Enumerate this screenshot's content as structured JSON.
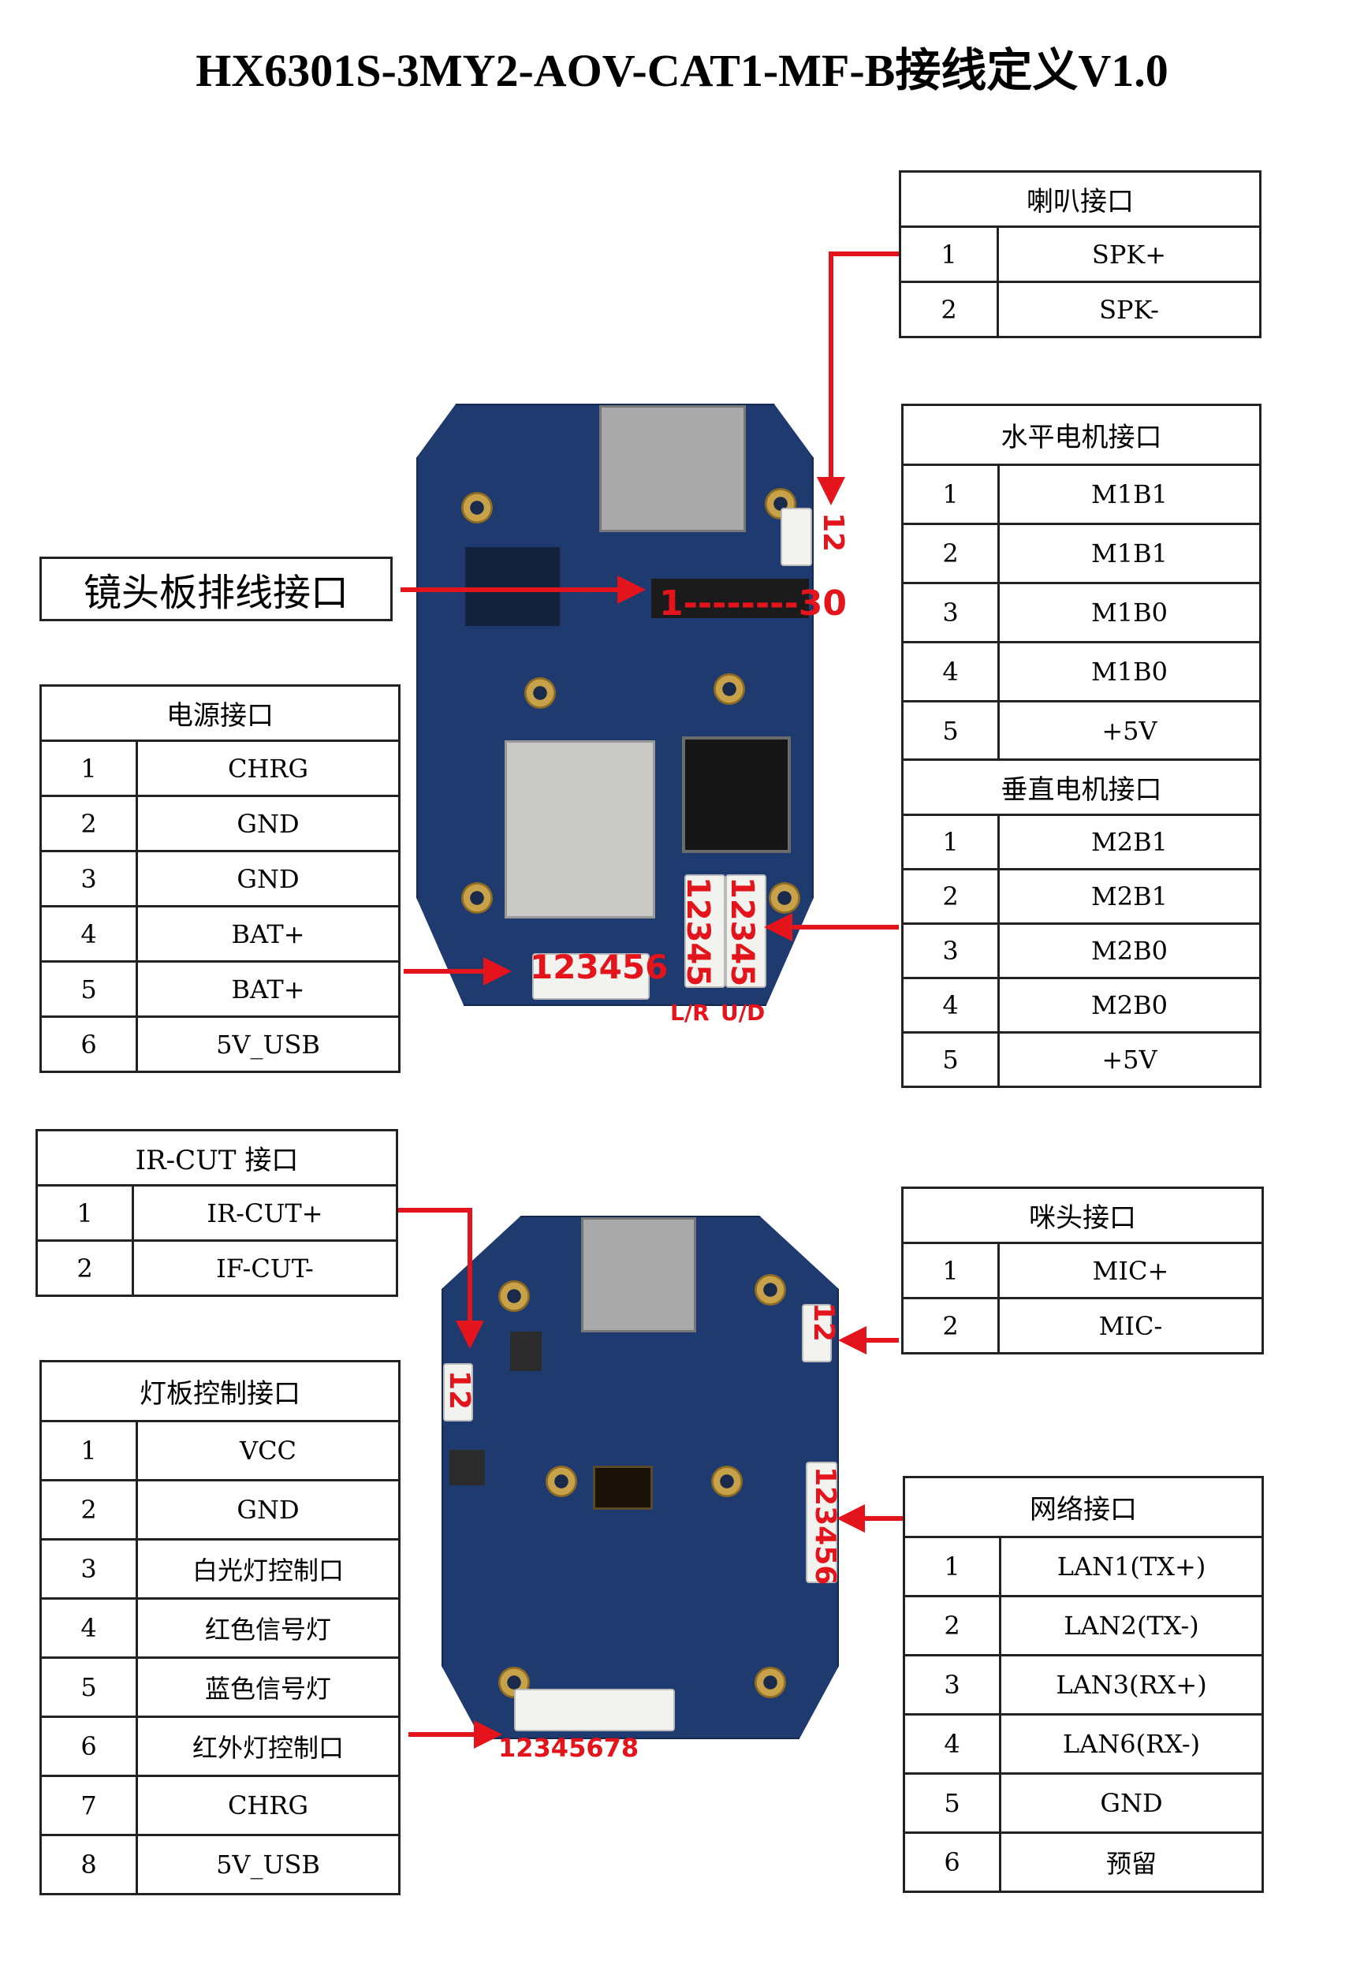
{
  "title": "HX6301S-3MY2-AOV-CAT1-MF-B接线定义V1.0",
  "lens_interface": {
    "label": "镜头板排线接口",
    "pin_range_label": "1--------30"
  },
  "tables": {
    "speaker": {
      "title": "喇叭接口",
      "rows": [
        [
          "1",
          "SPK+"
        ],
        [
          "2",
          "SPK-"
        ]
      ]
    },
    "h_motor": {
      "title": "水平电机接口",
      "rows": [
        [
          "1",
          "M1B1"
        ],
        [
          "2",
          "M1B1"
        ],
        [
          "3",
          "M1B0"
        ],
        [
          "4",
          "M1B0"
        ],
        [
          "5",
          "+5V"
        ]
      ]
    },
    "power": {
      "title": "电源接口",
      "rows": [
        [
          "1",
          "CHRG"
        ],
        [
          "2",
          "GND"
        ],
        [
          "3",
          "GND"
        ],
        [
          "4",
          "BAT+"
        ],
        [
          "5",
          "BAT+"
        ],
        [
          "6",
          "5V_USB"
        ]
      ]
    },
    "v_motor": {
      "title": "垂直电机接口",
      "rows": [
        [
          "1",
          "M2B1"
        ],
        [
          "2",
          "M2B1"
        ],
        [
          "3",
          "M2B0"
        ],
        [
          "4",
          "M2B0"
        ],
        [
          "5",
          "+5V"
        ]
      ]
    },
    "ircut": {
      "title": "IR-CUT 接口",
      "rows": [
        [
          "1",
          "IR-CUT+"
        ],
        [
          "2",
          "IF-CUT-"
        ]
      ]
    },
    "mic": {
      "title": "咪头接口",
      "rows": [
        [
          "1",
          "MIC+"
        ],
        [
          "2",
          "MIC-"
        ]
      ]
    },
    "light": {
      "title": "灯板控制接口",
      "rows": [
        [
          "1",
          "VCC"
        ],
        [
          "2",
          "GND"
        ],
        [
          "3",
          "白光灯控制口"
        ],
        [
          "4",
          "红色信号灯"
        ],
        [
          "5",
          "蓝色信号灯"
        ],
        [
          "6",
          "红外灯控制口"
        ],
        [
          "7",
          "CHRG"
        ],
        [
          "8",
          "5V_USB"
        ]
      ]
    },
    "network": {
      "title": "网络接口",
      "rows": [
        [
          "1",
          "LAN1(TX+)"
        ],
        [
          "2",
          "LAN2(TX-)"
        ],
        [
          "3",
          "LAN3(RX+)"
        ],
        [
          "4",
          "LAN6(RX-)"
        ],
        [
          "5",
          "GND"
        ],
        [
          "6",
          "预留"
        ]
      ]
    }
  },
  "board_labels": {
    "speaker_pins": "12",
    "power_pins": "123456",
    "lr_pins": "12345",
    "ud_pins": "12345",
    "lr": "L/R",
    "ud": "U/D",
    "ircut_pins": "12",
    "mic_pins": "12",
    "network_pins": "123456",
    "light_pins": "12345678"
  },
  "colors": {
    "arrow": "#e3141b",
    "board": "#1f3a6e"
  }
}
